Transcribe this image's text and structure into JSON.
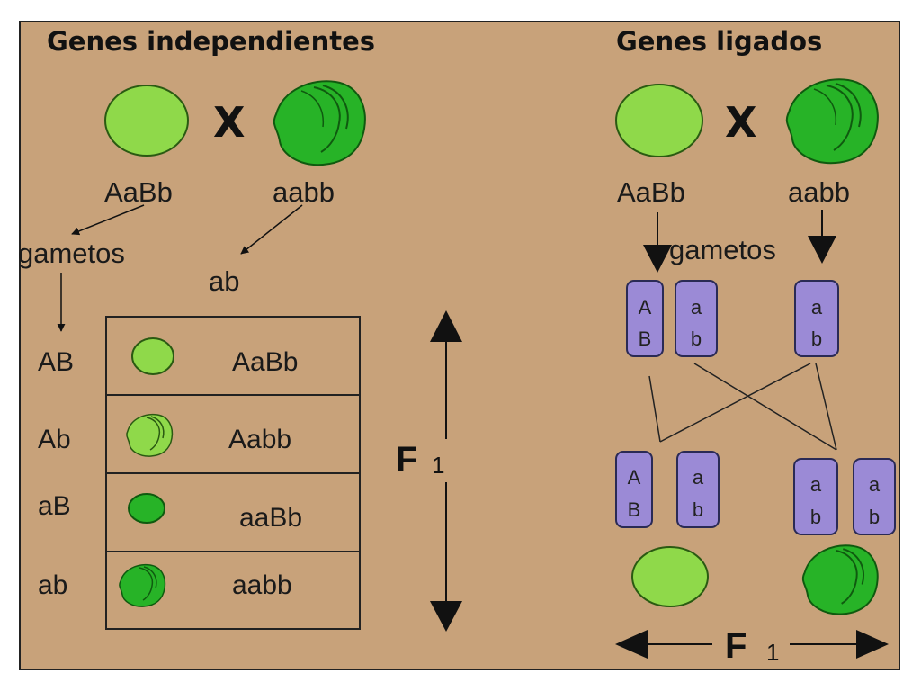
{
  "left": {
    "title": "Genes independientes",
    "cross_symbol": "X",
    "parent1_genotype": "AaBb",
    "parent2_genotype": "aabb",
    "gametes_label": "gametos",
    "parent2_gamete": "ab",
    "rows": [
      {
        "gamete": "AB",
        "genotype": "AaBb",
        "phenotype": "smooth-light"
      },
      {
        "gamete": "Ab",
        "genotype": "Aabb",
        "phenotype": "wrinkled-light"
      },
      {
        "gamete": "aB",
        "genotype": "aaBb",
        "phenotype": "smooth-dark"
      },
      {
        "gamete": "ab",
        "genotype": "aabb",
        "phenotype": "wrinkled-dark"
      }
    ],
    "generation_label": "F",
    "generation_sub": "1"
  },
  "right": {
    "title": "Genes ligados",
    "cross_symbol": "X",
    "parent1_genotype": "AaBb",
    "parent2_genotype": "aabb",
    "gametes_label": "gametos",
    "gamete_chromosomes": [
      {
        "top": "A",
        "bottom": "B"
      },
      {
        "top": "a",
        "bottom": "b"
      },
      {
        "top": "a",
        "bottom": "b"
      }
    ],
    "offspring_chromosomes": [
      {
        "top": "A",
        "bottom": "B"
      },
      {
        "top": "a",
        "bottom": "b"
      },
      {
        "top": "a",
        "bottom": "b"
      },
      {
        "top": "a",
        "bottom": "b"
      }
    ],
    "generation_label": "F",
    "generation_sub": "1"
  },
  "colors": {
    "background": "#c8a27a",
    "light_green": "#8fd94a",
    "dark_green": "#27b327",
    "chromosome": "#9b8ad6"
  }
}
